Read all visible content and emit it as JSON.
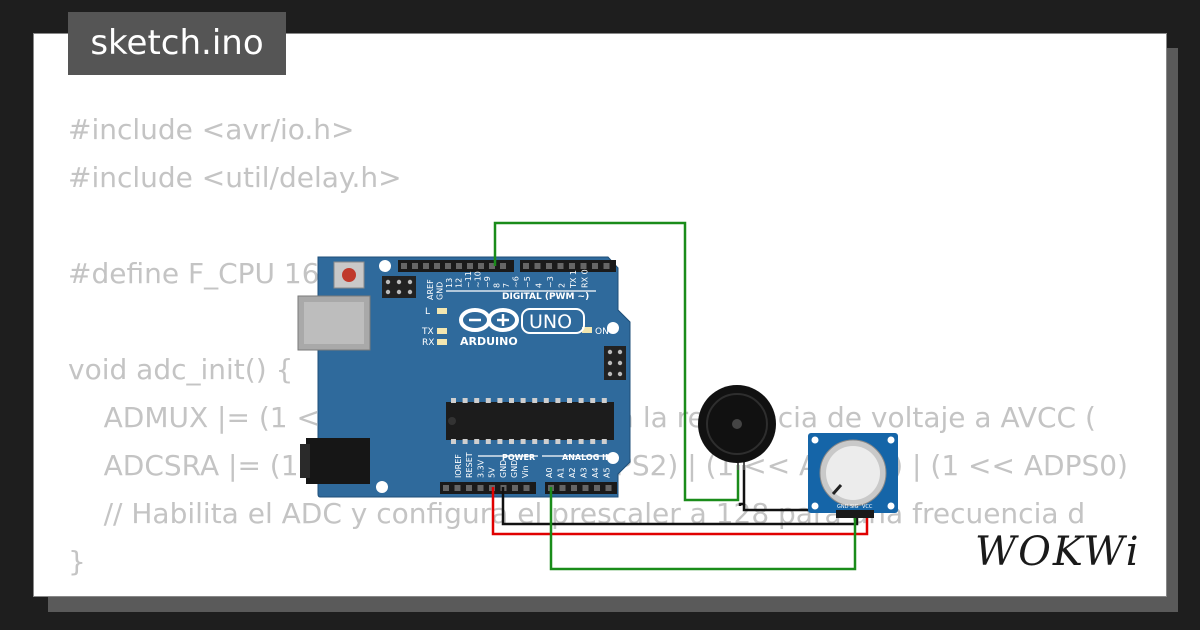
{
  "tab": {
    "filename": "sketch.ino"
  },
  "code": {
    "lines": [
      "#include <avr/io.h>",
      "#include <util/delay.h>",
      "",
      "#define F_CPU 16000000UL",
      "",
      "void adc_init() {",
      "    ADMUX |= (1 << REFS0); // Configura la referencia de voltaje a AVCC (",
      "    ADCSRA |= (1 << ADEN) | (1 << ADPS2) | (1 << ADPS1) | (1 << ADPS0)",
      "    // Habilita el ADC y configura el prescaler a 128 para una frecuencia d",
      "}"
    ]
  },
  "arduino": {
    "logo_text": "ARDUINO",
    "model": "UNO",
    "digital_header": "DIGITAL (PWM ~)",
    "power_label": "POWER",
    "analog_label": "ANALOG IN",
    "led_l": "L",
    "led_tx": "TX",
    "led_rx": "RX",
    "led_on": "ON",
    "top_pins": [
      "AREF",
      "GND",
      "13",
      "12",
      "~11",
      "~10",
      "~9",
      "8",
      "7",
      "~6",
      "~5",
      "4",
      "~3",
      "2",
      "TX 1",
      "RX 0"
    ],
    "power_pins": [
      "IOREF",
      "RESET",
      "3.3V",
      "5V",
      "GND",
      "GND",
      "Vin"
    ],
    "analog_pins": [
      "A0",
      "A1",
      "A2",
      "A3",
      "A4",
      "A5"
    ]
  },
  "potentiometer": {
    "pins": [
      "GND",
      "SIG",
      "VCC"
    ]
  },
  "brand": {
    "name": "WOKWi"
  },
  "colors": {
    "board": "#2f6a9c",
    "wire_green": "#1a8c1a",
    "wire_red": "#e00000",
    "wire_black": "#111111",
    "code_text": "#c4c4c4"
  }
}
